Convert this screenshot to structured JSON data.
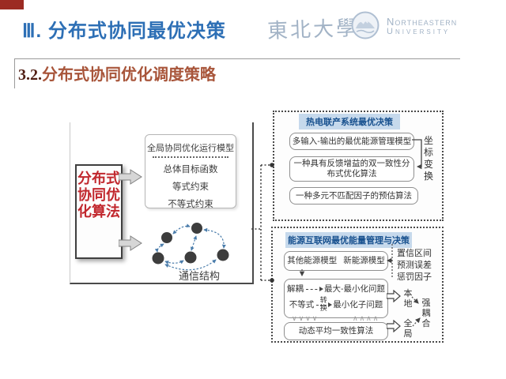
{
  "header": {
    "title": "Ⅲ. 分布式协同最优决策",
    "title_color": "#2d6fb5",
    "corner_color": "#9c2b23",
    "subtitle_prefix": "3.2.",
    "subtitle": "分布式协同优化调度策略",
    "subtitle_color": "#a8553a",
    "logo": {
      "calligraphy": "東北大學",
      "name_line1": "Northeastern",
      "name_line2": "University"
    }
  },
  "left_box": {
    "text": "分布式协同优化算法",
    "text_color": "#c1272d"
  },
  "model_box": {
    "title": "全局协同优化运行模型",
    "items": [
      "总体目标函数",
      "等式约束",
      "不等式约束"
    ]
  },
  "network": {
    "label": "通信结构",
    "node_color": "#3d3d3d",
    "edge_color": "#4b7dab"
  },
  "chp_panel": {
    "title": "热电联产系统最优决策",
    "title_bg": "#c6d9ec",
    "title_color": "#17508e",
    "items": [
      "多输入-输出的最优能源管理模型",
      "一种具有反馈增益的双一致性分布式优化算法",
      "一种多元不匹配因子的预估算法"
    ],
    "side_label": "坐标变换"
  },
  "energy_panel": {
    "title": "能源互联网最优能量管理与决策",
    "models_left": "其他能源模型",
    "models_right": "新能源模型",
    "side_labels": [
      "置信区间",
      "预测误差",
      "惩罚因子"
    ],
    "flow_rows": {
      "row1_from": "解耦",
      "row1_to": "最大-最小化问题",
      "row2_from": "不等式",
      "row2_via_top": "转",
      "row2_via_bottom": "换",
      "row2_to": "最小化子问题"
    },
    "chevrons_down": "∨∨∨∨",
    "chevrons_up": "∧∧∧∧",
    "algorithm_box": "动态平均一致性算法",
    "local_label": "本地",
    "global_label": "全局",
    "coupling_label": "强耦合"
  }
}
